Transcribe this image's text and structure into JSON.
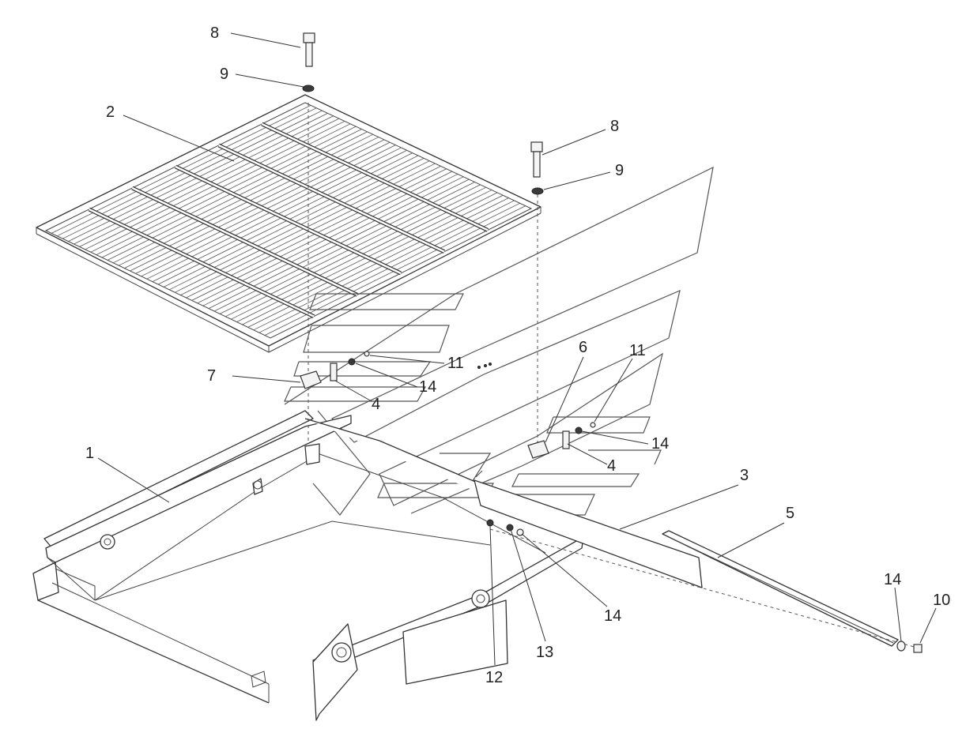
{
  "diagram": {
    "callouts": [
      {
        "id": "c8a",
        "text": "8"
      },
      {
        "id": "c9a",
        "text": "9"
      },
      {
        "id": "c2",
        "text": "2"
      },
      {
        "id": "c8b",
        "text": "8"
      },
      {
        "id": "c9b",
        "text": "9"
      },
      {
        "id": "c11a",
        "text": "11"
      },
      {
        "id": "c7",
        "text": "7"
      },
      {
        "id": "c14a",
        "text": "14"
      },
      {
        "id": "c4a",
        "text": "4"
      },
      {
        "id": "c6",
        "text": "6"
      },
      {
        "id": "c11b",
        "text": "11"
      },
      {
        "id": "c14b",
        "text": "14"
      },
      {
        "id": "c4b",
        "text": "4"
      },
      {
        "id": "c1",
        "text": "1"
      },
      {
        "id": "c3",
        "text": "3"
      },
      {
        "id": "c5",
        "text": "5"
      },
      {
        "id": "c14c",
        "text": "14"
      },
      {
        "id": "c10",
        "text": "10"
      },
      {
        "id": "c14d",
        "text": "14"
      },
      {
        "id": "c13",
        "text": "13"
      },
      {
        "id": "c12",
        "text": "12"
      }
    ]
  }
}
